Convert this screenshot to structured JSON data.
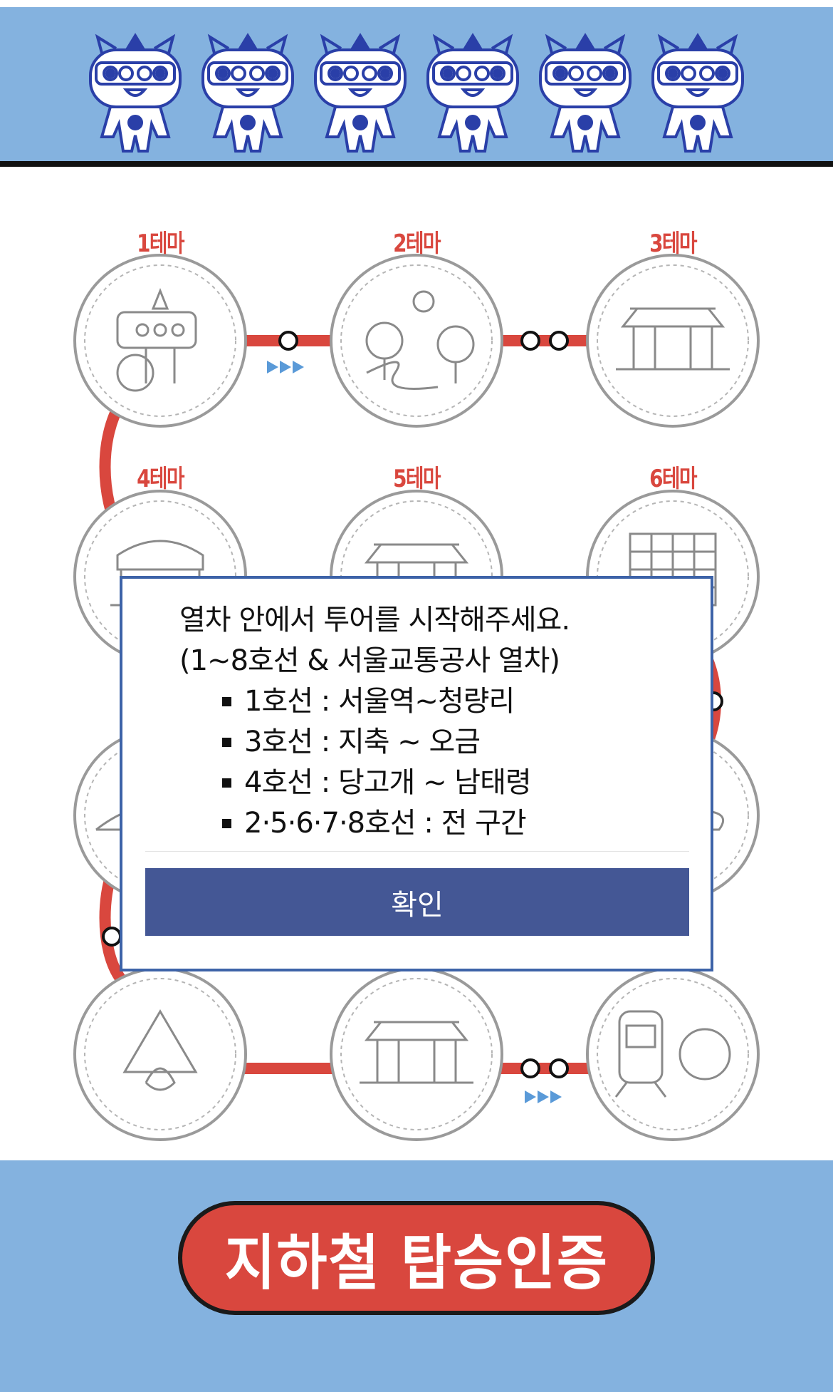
{
  "header": {
    "mascot_icon": "subway-mascot-icon",
    "mascot_count": 6,
    "colors": {
      "background": "#84b2df",
      "outline": "#2a3fa8"
    }
  },
  "map": {
    "line_color": "#d9473e",
    "themes": [
      {
        "label": "1테마",
        "icon": "mascot-stamp-icon"
      },
      {
        "label": "2테마",
        "icon": "park-landscape-icon"
      },
      {
        "label": "3테마",
        "icon": "palace-icon"
      },
      {
        "label": "4테마",
        "icon": "market-stall-icon"
      },
      {
        "label": "5테마",
        "icon": "pavilion-icon"
      },
      {
        "label": "6테마",
        "icon": "building-grid-icon"
      }
    ],
    "bottom_icons": [
      "recycle-icon",
      "gate-icon",
      "train-mascot-icon"
    ]
  },
  "modal": {
    "line1": "열차 안에서 투어를 시작해주세요.",
    "line2": "(1~8호선 & 서울교통공사 열차)",
    "items": [
      "1호선 : 서울역~청량리",
      "3호선 : 지축 ~ 오금",
      "4호선 : 당고개 ~ 남태령",
      "2·5·6·7·8호선 : 전 구간"
    ],
    "confirm_label": "확인",
    "colors": {
      "border": "#3d63a8",
      "button": "#445795"
    }
  },
  "footer": {
    "cta_label": "지하철 탑승인증",
    "colors": {
      "background": "#84b2df",
      "button": "#d9473e"
    }
  }
}
